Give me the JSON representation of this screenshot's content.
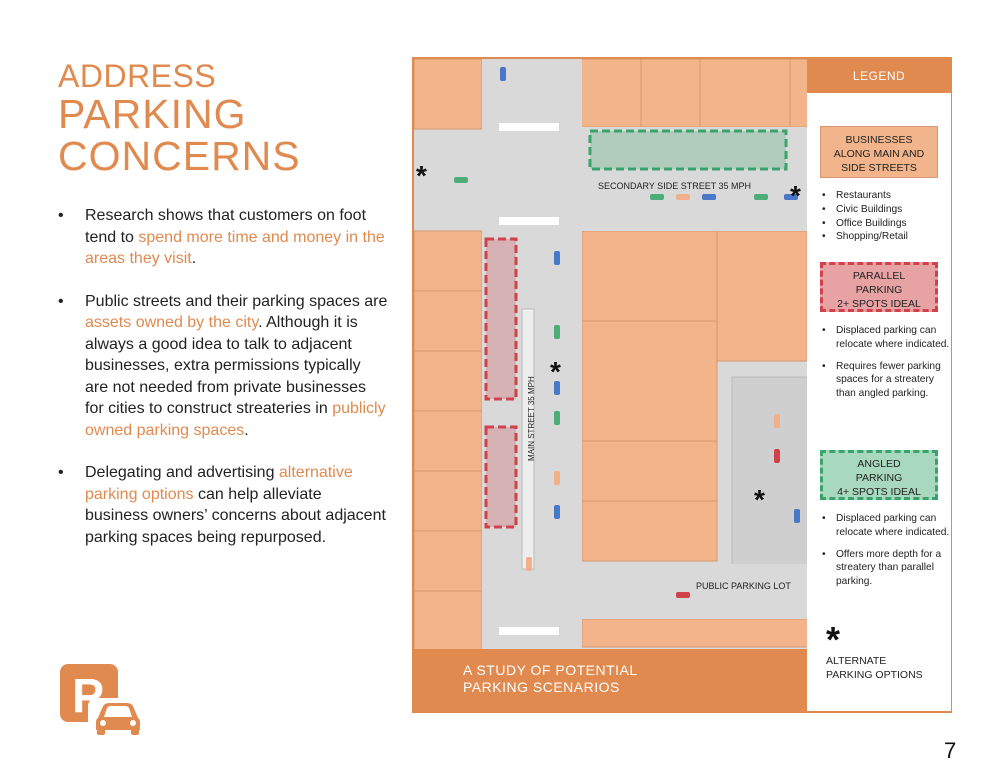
{
  "page": {
    "title_line1": "ADDRESS",
    "title_line2": "PARKING",
    "title_line3": "CONCERNS",
    "page_number": "7"
  },
  "bullets": [
    {
      "parts": [
        {
          "t": "Research shows that customers on foot tend to ",
          "h": false
        },
        {
          "t": "spend more time and money in the areas they visit",
          "h": true
        },
        {
          "t": ".",
          "h": false
        }
      ]
    },
    {
      "parts": [
        {
          "t": "Public streets and their parking spaces are ",
          "h": false
        },
        {
          "t": "assets owned by the city",
          "h": true
        },
        {
          "t": ". Although it is always a good idea to talk to adjacent businesses, extra permissions typically are not needed from private businesses for cities to construct streateries in ",
          "h": false
        },
        {
          "t": "publicly owned parking spaces",
          "h": true
        },
        {
          "t": ".",
          "h": false
        }
      ]
    },
    {
      "parts": [
        {
          "t": "Delegating and advertising ",
          "h": false
        },
        {
          "t": "alternative parking options",
          "h": true
        },
        {
          "t": " can help alleviate business owners’ concerns about adjacent parking spaces being repurposed.",
          "h": false
        }
      ]
    }
  ],
  "map": {
    "secondary_street_label": "SECONDARY SIDE STREET 35 MPH",
    "main_street_label": "MAIN STREET 35 MPH",
    "parking_lot_label": "PUBLIC PARKING LOT",
    "caption_line1": "A STUDY OF POTENTIAL",
    "caption_line2": "PARKING SCENARIOS",
    "star_glyph": "*"
  },
  "legend": {
    "header": "LEGEND",
    "businesses_box": [
      "BUSINESSES",
      "ALONG MAIN AND",
      "SIDE STREETS"
    ],
    "businesses_items": [
      "Restaurants",
      "Civic Buildings",
      "Office Buildings",
      "Shopping/Retail"
    ],
    "parallel_box": [
      "PARALLEL",
      "PARKING",
      "2+ SPOTS IDEAL"
    ],
    "parallel_items": [
      "Displaced parking can relocate where indicated.",
      "Requires fewer parking spaces for a streatery than angled parking."
    ],
    "angled_box": [
      "ANGLED",
      "PARKING",
      "4+ SPOTS IDEAL"
    ],
    "angled_items": [
      "Displaced parking can relocate where indicated.",
      "Offers more depth for a streatery than parallel parking."
    ],
    "alternate_label_line1": "ALTERNATE",
    "alternate_label_line2": "PARKING OPTIONS"
  },
  "colors": {
    "accent": "#e08a4f",
    "building": "#f2b48a",
    "road": "#d9d9d9",
    "parallel_zone": "#d0414b",
    "angled_zone": "#3aa36b"
  }
}
